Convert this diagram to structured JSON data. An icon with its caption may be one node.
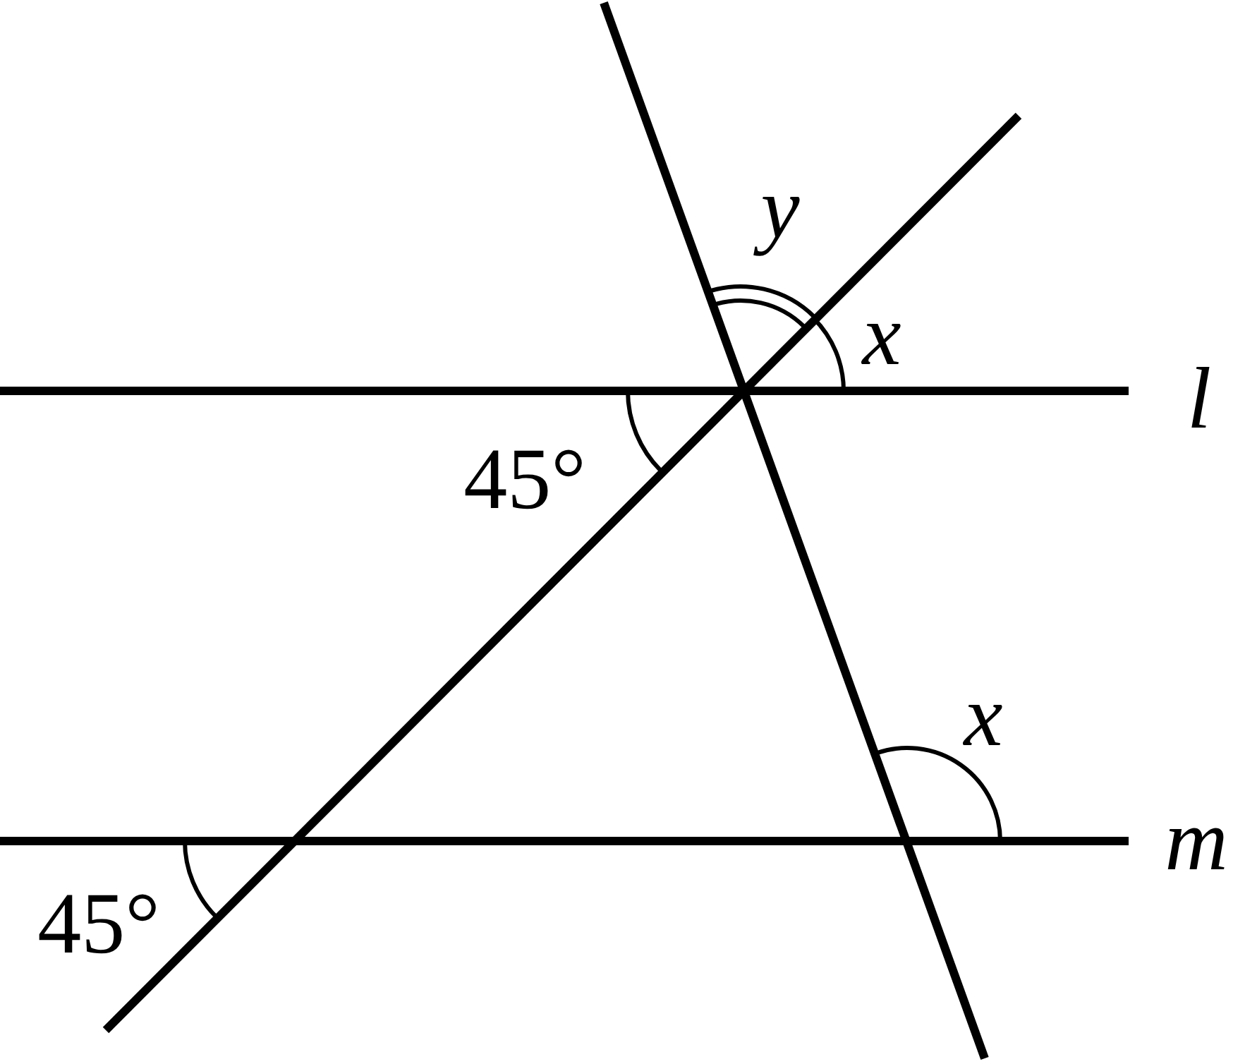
{
  "diagram": {
    "labels": [
      "y",
      "x",
      "l",
      "45°",
      "x",
      "m",
      "45°"
    ]
  }
}
